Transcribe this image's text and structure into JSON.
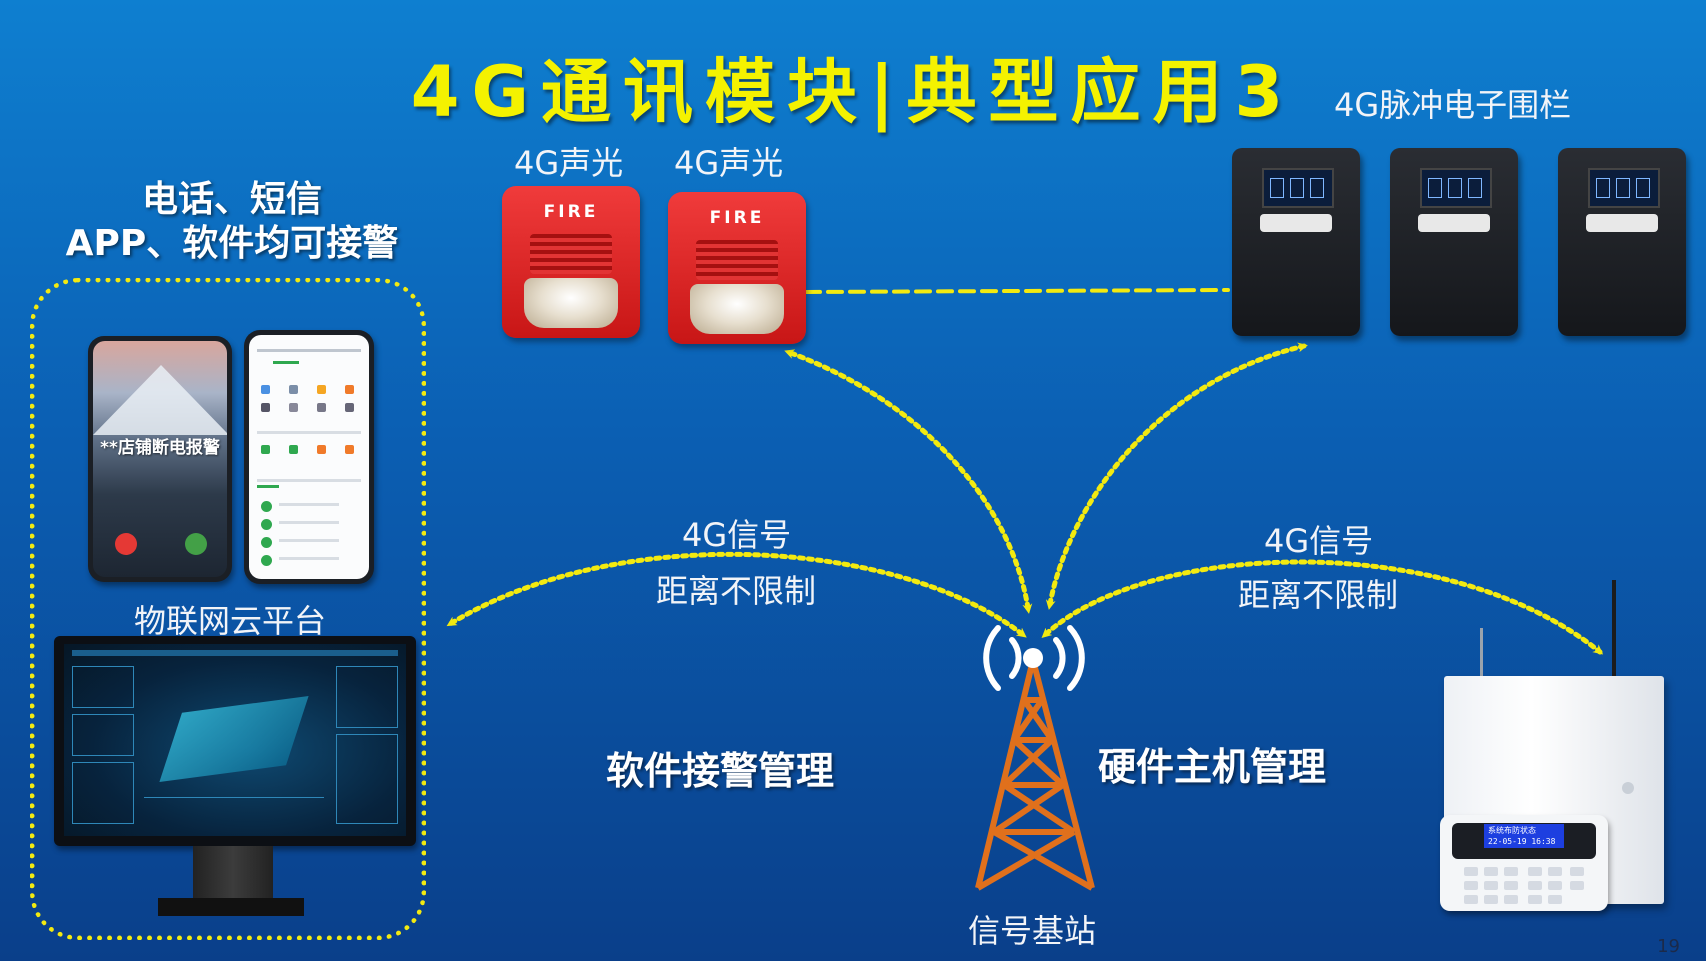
{
  "title": "4G通讯模块|典型应用3",
  "strobes": {
    "label1": "4G声光",
    "label2": "4G声光",
    "fire_text": "FIRE"
  },
  "fence": {
    "label": "4G脉冲电子围栏"
  },
  "alarm": {
    "line1": "电话、短信",
    "line2": "APP、软件均可接警"
  },
  "phone": {
    "caller": "**店铺断电报警"
  },
  "cloud_platform": "物联网云平台",
  "signal_left": {
    "line1": "4G信号",
    "line2": "距离不限制"
  },
  "signal_right": {
    "line1": "4G信号",
    "line2": "距离不限制"
  },
  "software_mgmt": "软件接警管理",
  "hardware_mgmt": "硬件主机管理",
  "base_station": "信号基站",
  "keypad_lcd": {
    "line1": "系统布防状态",
    "line2": "22-05-19 16:38"
  },
  "page_number": "19",
  "colors": {
    "accent_yellow": "#f3ea10",
    "tower_orange": "#e0701c",
    "strobe_red": "#e22a2a"
  }
}
